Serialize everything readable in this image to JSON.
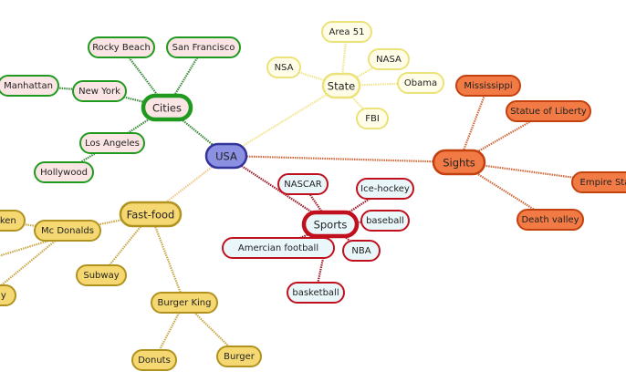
{
  "root": {
    "id": "usa",
    "label": "USA"
  },
  "branches": [
    {
      "id": "cities",
      "label": "Cities",
      "color": "#1f9a1f",
      "fill": "#fbe4e4",
      "children": [
        {
          "id": "rocky-beach",
          "label": "Rocky Beach"
        },
        {
          "id": "san-francisco",
          "label": "San Francisco"
        },
        {
          "id": "new-york",
          "label": "New York",
          "children": [
            {
              "id": "manhattan",
              "label": "Manhattan"
            }
          ]
        },
        {
          "id": "los-angeles",
          "label": "Los Angeles",
          "children": [
            {
              "id": "hollywood",
              "label": "Hollywood"
            }
          ]
        }
      ]
    },
    {
      "id": "state",
      "label": "State",
      "color": "#ece27a",
      "fill": "#fffde8",
      "children": [
        {
          "id": "area-51",
          "label": "Area 51"
        },
        {
          "id": "nasa",
          "label": "NASA"
        },
        {
          "id": "nsa",
          "label": "NSA"
        },
        {
          "id": "obama",
          "label": "Obama"
        },
        {
          "id": "fbi",
          "label": "FBI"
        }
      ]
    },
    {
      "id": "sights",
      "label": "Sights",
      "color": "#c2410f",
      "fill": "#f27a45",
      "children": [
        {
          "id": "mississippi",
          "label": "Mississippi"
        },
        {
          "id": "statue-of-liberty",
          "label": "Statue of Liberty"
        },
        {
          "id": "empire-state",
          "label": "Empire State"
        },
        {
          "id": "death-valley",
          "label": "Death valley"
        }
      ]
    },
    {
      "id": "sports",
      "label": "Sports",
      "color": "#c0101e",
      "fill": "#e9f7fb",
      "children": [
        {
          "id": "nascar",
          "label": "NASCAR"
        },
        {
          "id": "ice-hockey",
          "label": "Ice-hockey"
        },
        {
          "id": "baseball",
          "label": "baseball"
        },
        {
          "id": "nba",
          "label": "NBA"
        },
        {
          "id": "american-football",
          "label": "Amercian football"
        },
        {
          "id": "basketball",
          "label": "basketball"
        }
      ]
    },
    {
      "id": "fast-food",
      "label": "Fast-food",
      "color": "#b2921e",
      "fill": "#f6d872",
      "children": [
        {
          "id": "mc-donalds",
          "label": "Mc Donalds",
          "children": [
            {
              "id": "chicken",
              "label": "Chicken"
            },
            {
              "id": "holiday",
              "label": "Holiday"
            }
          ]
        },
        {
          "id": "subway",
          "label": "Subway"
        },
        {
          "id": "burger-king",
          "label": "Burger King",
          "children": [
            {
              "id": "donuts",
              "label": "Donuts"
            },
            {
              "id": "burger",
              "label": "Burger"
            }
          ]
        }
      ]
    }
  ]
}
